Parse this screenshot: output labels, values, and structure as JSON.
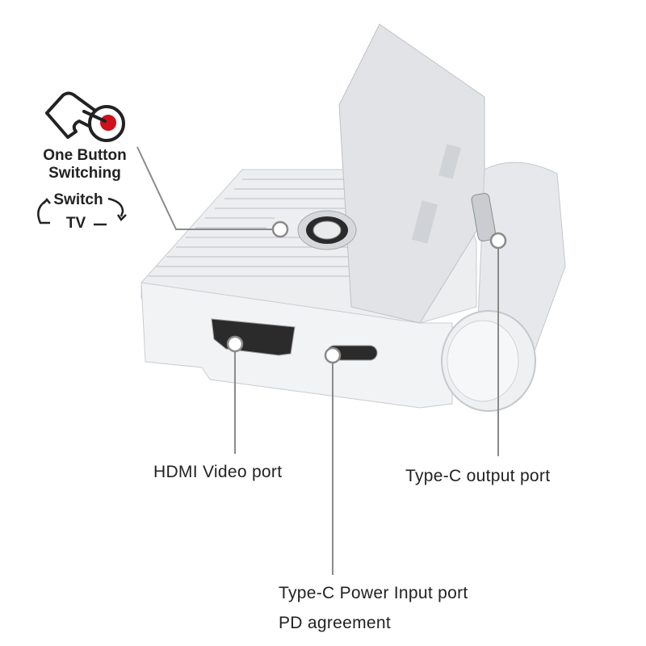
{
  "feature_badge": {
    "title_line1": "One Button",
    "title_line2": "Switching",
    "mode_a": "Switch",
    "mode_b": "TV",
    "accent_color": "#d0101a"
  },
  "callouts": {
    "hdmi": "HDMI Video port",
    "typec_output": "Type-C output port",
    "power_line1": "Type-C Power Input port",
    "power_line2": "PD agreement"
  }
}
